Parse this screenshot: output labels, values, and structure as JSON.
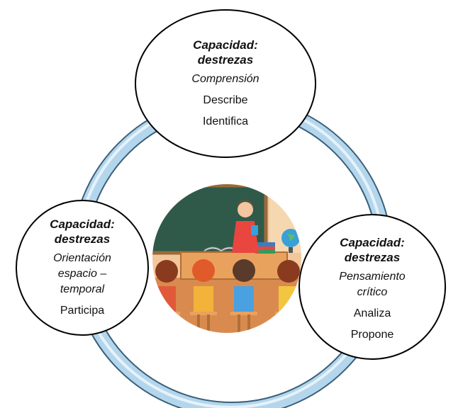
{
  "diagram": {
    "nodes": [
      {
        "id": "top",
        "title_line1": "Capacidad:",
        "title_line2": "destrezas",
        "skill": "Comprensión",
        "actions": [
          "Describe",
          "Identifica"
        ]
      },
      {
        "id": "left",
        "title_line1": "Capacidad:",
        "title_line2": "destrezas",
        "skill_lines": [
          "Orientación",
          "espacio –",
          "temporal"
        ],
        "actions": [
          "Participa"
        ]
      },
      {
        "id": "right",
        "title_line1": "Capacidad:",
        "title_line2": "destrezas",
        "skill_lines": [
          "Pensamiento",
          "crítico"
        ],
        "actions": [
          "Analiza",
          "Propone"
        ]
      }
    ],
    "center_image": "classroom-illustration",
    "colors": {
      "ring": "#b4d6ec",
      "ring_outline": "#3a5f7a",
      "node_fill": "#ffffff",
      "node_stroke": "#000000",
      "chalkboard": "#2f5a4a",
      "wall": "#f1c79b",
      "teacher_dress": "#e8463e",
      "hair": "#8a4a2a"
    }
  }
}
